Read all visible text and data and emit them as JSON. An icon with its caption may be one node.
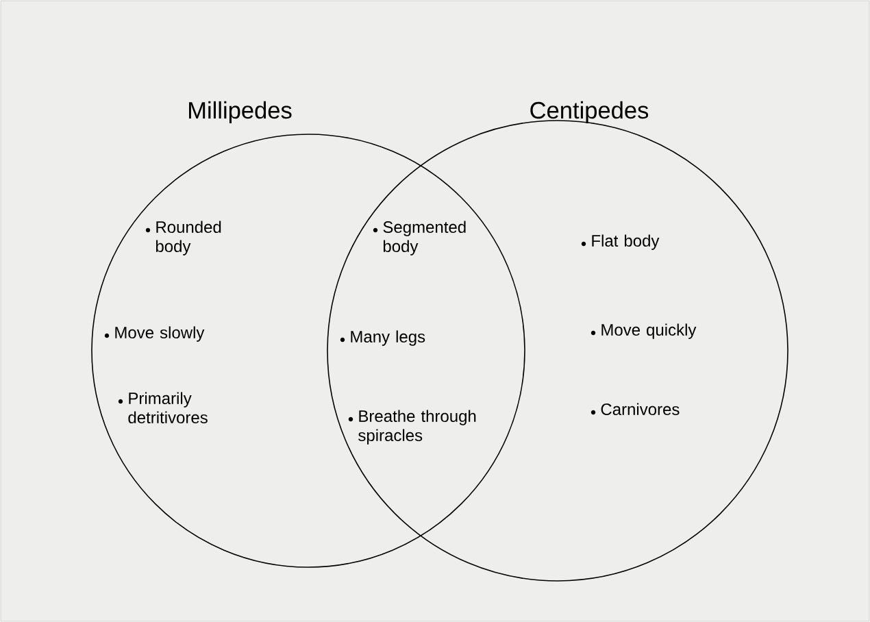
{
  "diagram": {
    "nodes": [
      {
        "text": [
          "Millipedes",
          "Rounded body",
          "Move slowly",
          "Primarily detritivores"
        ]
      },
      {
        "text": [
          "Centipedes",
          "Flat body",
          "Move quickly",
          "Carnivores"
        ]
      }
    ],
    "labels": [
      "Segmented body",
      "Many legs",
      "Breathe through spiracles"
    ]
  }
}
